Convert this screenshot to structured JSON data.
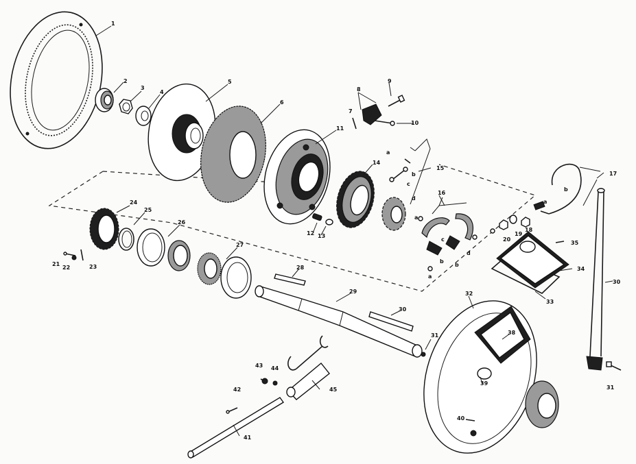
{
  "diagram": {
    "labels": {
      "p1": "1",
      "p2": "2",
      "p3": "3",
      "p4": "4",
      "p5": "5",
      "p6": "6",
      "p7": "7",
      "p8": "8",
      "p9": "9",
      "p10": "10",
      "p11": "11",
      "p12": "12",
      "p13": "13",
      "p14": "14",
      "p15": "15",
      "p16": "16",
      "p17": "17",
      "p18": "18",
      "p19": "19",
      "p20": "20",
      "p21": "21",
      "p22": "22",
      "p23": "23",
      "p24": "24",
      "p25": "25",
      "p26": "26",
      "p27": "27",
      "p28": "28",
      "p29": "29",
      "p30a": "30",
      "p30b": "30",
      "p31a": "31",
      "p31b": "31",
      "p32": "32",
      "p33": "33",
      "p34": "34",
      "p35": "35",
      "p38": "38",
      "p39": "39",
      "p40": "40",
      "p41": "41",
      "p42": "42",
      "p43": "43",
      "p44": "44",
      "p45": "45"
    },
    "sub_letters": {
      "s15a": "a",
      "s15b": "b",
      "s15c": "c",
      "s15d": "d",
      "s16a1": "a",
      "s16a2": "a",
      "s16b1": "b",
      "s16b2": "b",
      "s16c": "c",
      "s16d": "d",
      "s17a": "a",
      "s17b": "b"
    }
  }
}
